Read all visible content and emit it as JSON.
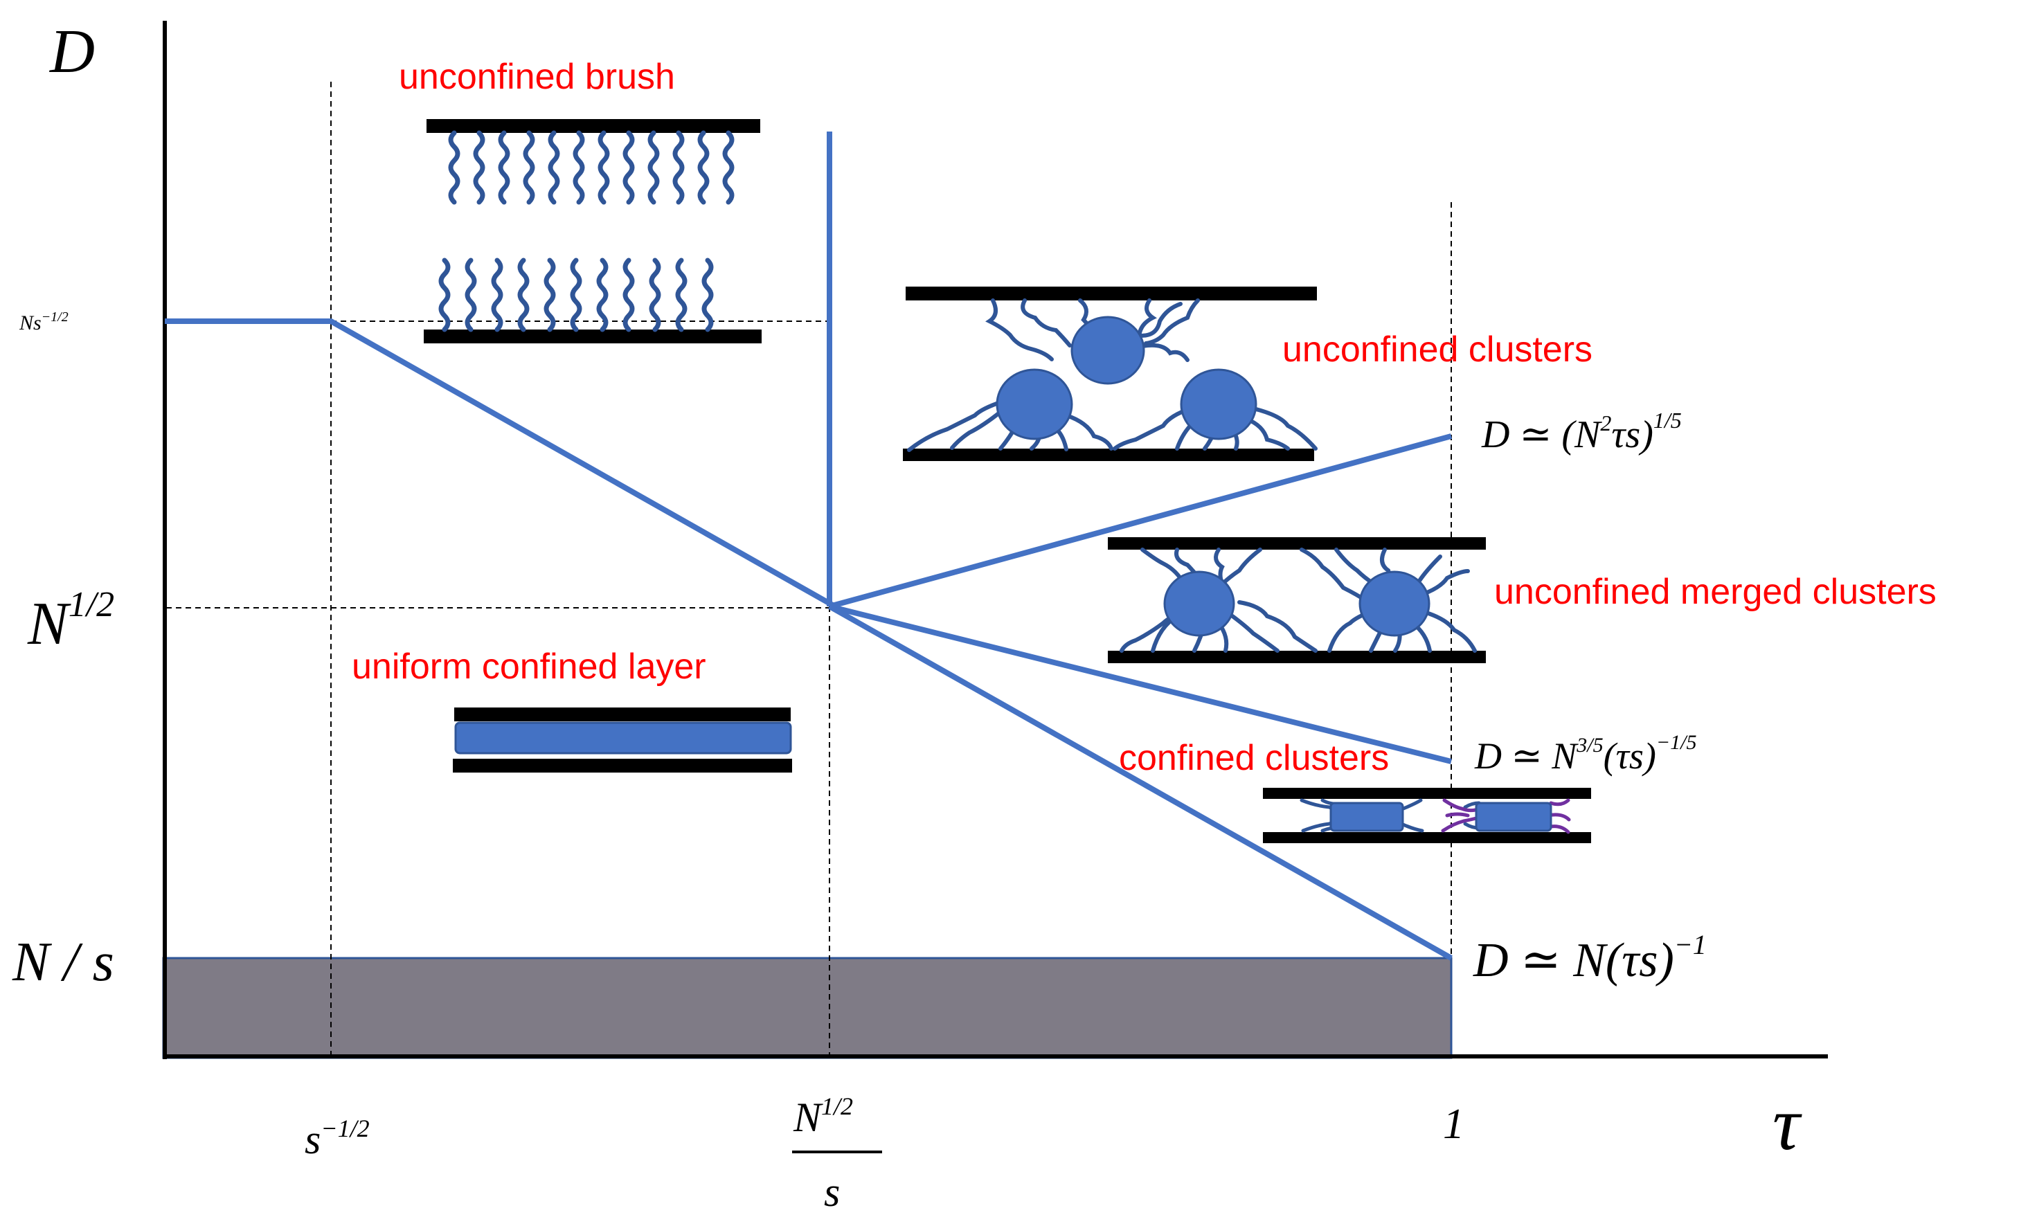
{
  "colors": {
    "boundary_line": "#4472c4",
    "blob_fill": "#4472c4",
    "chain_color": "#2f5597",
    "plate_color": "#000000",
    "region_label_color": "#ff0000",
    "excluded_region_fill": "#7f7b86",
    "purple_chain": "#7030a0"
  },
  "axes": {
    "y_label": "D",
    "x_label": "τ"
  },
  "y_ticks": {
    "ns": {
      "base": "Ns",
      "exp": "−1/2"
    },
    "n_half": {
      "base": "N",
      "exp": "1/2"
    },
    "n_over_s": "N / s"
  },
  "x_ticks": {
    "s_half": {
      "base": "s",
      "exp": "−1/2"
    },
    "n_half_over_s": {
      "num_base": "N",
      "num_exp": "1/2",
      "den": "s"
    },
    "one": "1"
  },
  "regions": {
    "unconfined_brush": "unconfined brush",
    "unconfined_clusters": "unconfined clusters",
    "unconfined_merged_clusters": "unconfined merged clusters",
    "uniform_confined_layer": "uniform confined layer",
    "confined_clusters": "confined clusters"
  },
  "equations": {
    "upper": {
      "lhs": "D ≃ (N",
      "e1": "2",
      "mid": "τs)",
      "e2": "1/5"
    },
    "middle": {
      "lhs": "D ≃ N",
      "e1": "3/5",
      "mid": "(τs)",
      "e2": "−1/5"
    },
    "lower": {
      "lhs": "D ≃ N(τs)",
      "e1": "−1"
    }
  }
}
